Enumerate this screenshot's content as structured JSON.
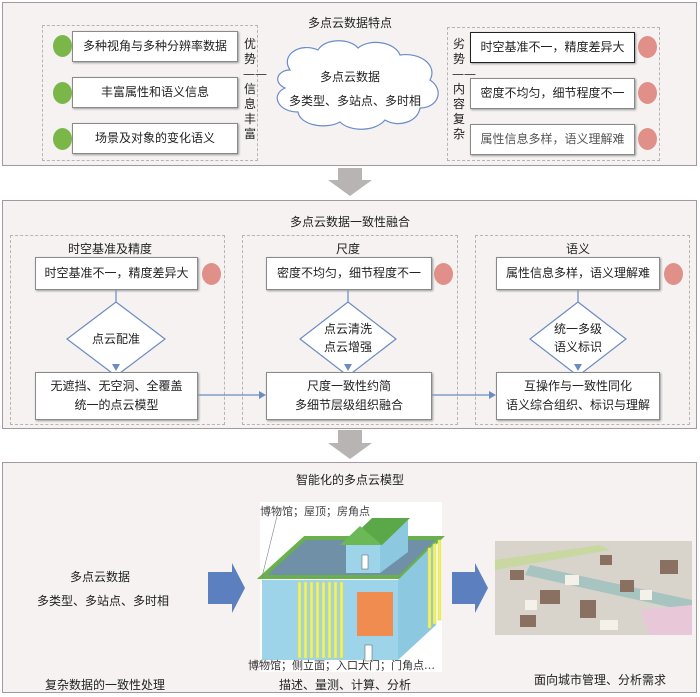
{
  "features": {
    "title": "多点云数据特点",
    "advantages": [
      "多种视角与多种分辨率数据",
      "丰富属性和语义信息",
      "场景及对象的变化语义"
    ],
    "advantage_label": "优势——信息丰富",
    "cloud": {
      "line1": "多点云数据",
      "line2": "多类型、多站点、多时相"
    },
    "disadvantage_label": "劣势——内容复杂",
    "disadvantages": [
      "时空基准不一，精度差异大",
      "密度不均匀，细节程度不一",
      "属性信息多样，语义理解难"
    ]
  },
  "fusion": {
    "title": "多点云数据一致性融合",
    "columns": [
      {
        "header": "时空基准及精度",
        "problem": "时空基准不一，精度差异大",
        "process": "点云配准",
        "result": "无遮挡、无空洞、全覆盖\n统一的点云模型"
      },
      {
        "header": "尺度",
        "problem": "密度不均匀，细节程度不一",
        "process": "点云清洗\n点云增强",
        "result": "尺度一致性约简\n多细节层级组织融合"
      },
      {
        "header": "语义",
        "problem": "属性信息多样，语义理解难",
        "process": "统一多级\n语义标识",
        "result": "互操作与一致性同化\n语义综合组织、标识与理解"
      }
    ]
  },
  "model": {
    "title": "智能化的多点云模型",
    "cloud": {
      "line1": "多点云数据",
      "line2": "多类型、多站点、多时相"
    },
    "roof_label": "博物馆；屋顶；房角点",
    "facade_label": "博物馆；侧立面；入口大门；门角点…",
    "captions": [
      "复杂数据的一致性处理",
      "描述、量测、计算、分析",
      "面向城市管理、分析需求"
    ]
  },
  "colors": {
    "green": "#7ab648",
    "red": "#e09088",
    "arrow_blue": "#5b7fbf",
    "line_blue": "#6a8cc0"
  }
}
